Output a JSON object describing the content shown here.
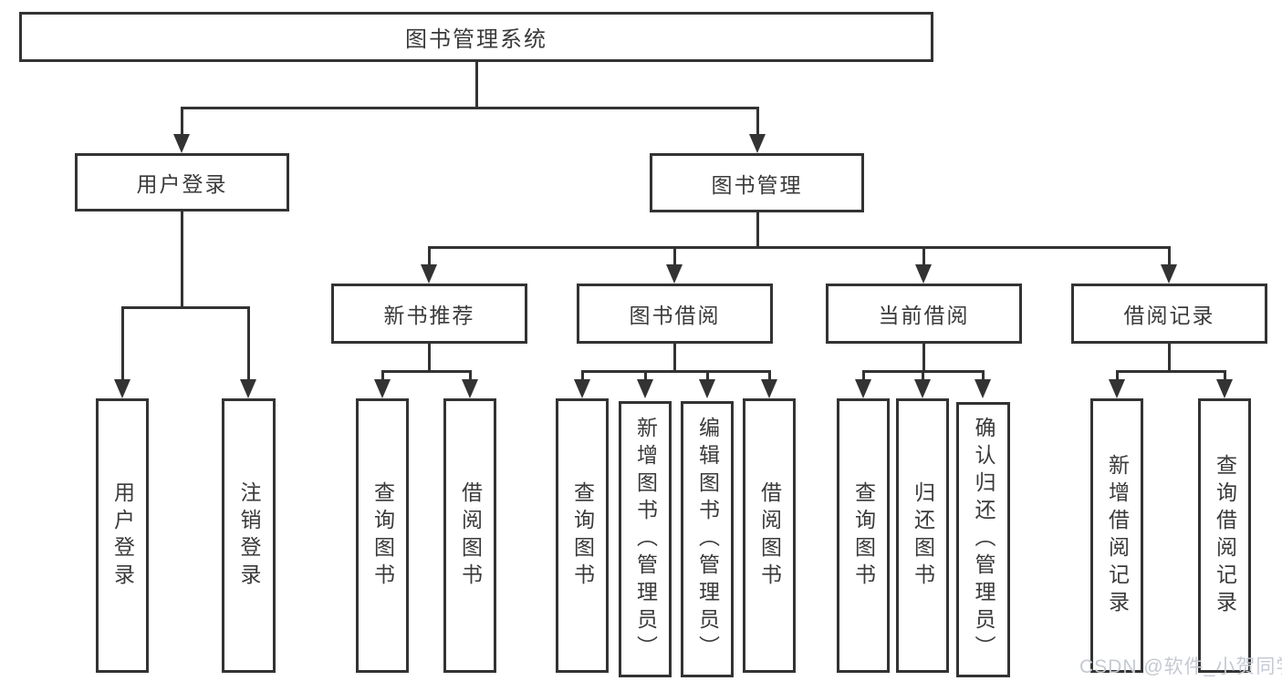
{
  "tree": {
    "root": "图书管理系统",
    "level2": [
      "用户登录",
      "图书管理"
    ],
    "level3": [
      "新书推荐",
      "图书借阅",
      "当前借阅",
      "借阅记录"
    ],
    "leaves": {
      "login": [
        "用户登录",
        "注销登录"
      ],
      "recommend": [
        "查询图书",
        "借阅图书"
      ],
      "borrow": [
        "查询图书",
        "新增图书（管理员）",
        "编辑图书（管理员）",
        "借阅图书"
      ],
      "current": [
        "查询图书",
        "归还图书",
        "确认归还（管理员）"
      ],
      "records": [
        "新增借阅记录",
        "查询借阅记录"
      ]
    }
  },
  "watermark": "CSDN @软件_小贺同学",
  "colors": {
    "line": "#333333",
    "text": "#3a3a3a",
    "watermark_text": "#c5cad2",
    "background": "#ffffff"
  }
}
